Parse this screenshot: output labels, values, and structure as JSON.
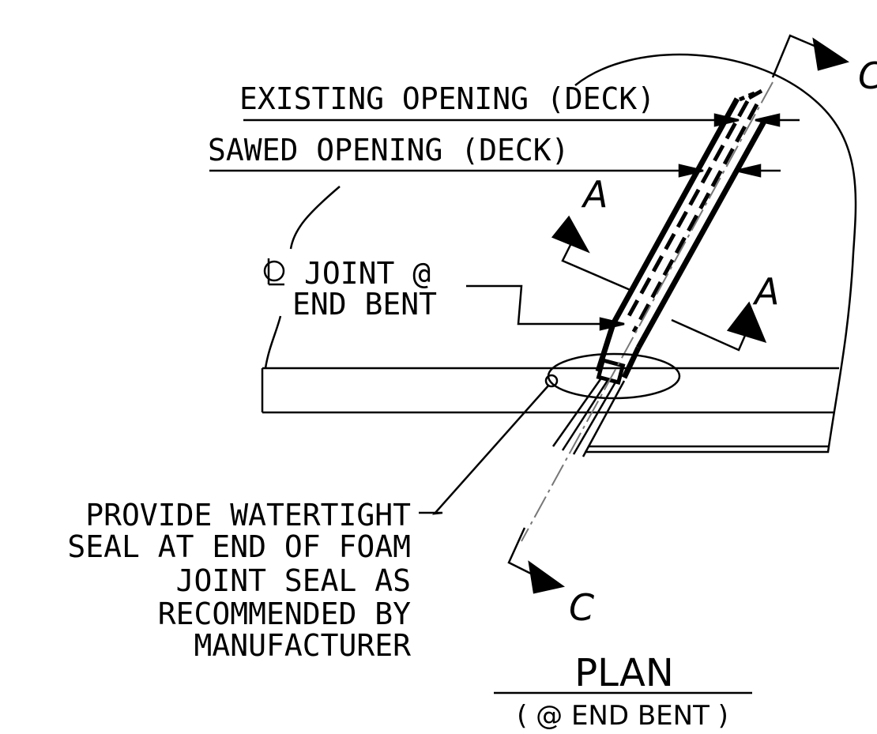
{
  "labels": {
    "existing_opening": "EXISTING OPENING (DECK)",
    "sawed_opening": "SAWED OPENING (DECK)",
    "centerline_joint_line1": "JOINT @",
    "centerline_joint_line2": "END BENT",
    "seal_note": [
      "PROVIDE WATERTIGHT",
      "SEAL AT END OF FOAM",
      "JOINT SEAL AS",
      "RECOMMENDED BY",
      "MANUFACTURER"
    ]
  },
  "section_markers": {
    "a": "A",
    "c": "C"
  },
  "title": {
    "main": "PLAN",
    "sub": "( @ END BENT )"
  }
}
